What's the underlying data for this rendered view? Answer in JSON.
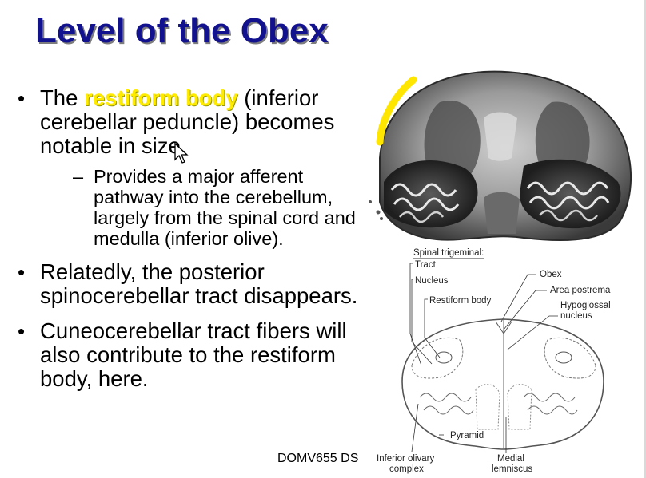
{
  "slide": {
    "title": "Level of the Obex",
    "footer": "DOMV655 DS",
    "bullets": [
      {
        "before": "The ",
        "highlight": "restiform body",
        "after": " (inferior cerebellar peduncle) becomes notable in size.",
        "highlight_color": "#ffeb00",
        "sub": "Provides a major afferent pathway into the cerebellum, largely from the spinal cord and medulla (inferior olive)."
      },
      {
        "text": "Relatedly, the posterior spinocerebellar tract disappears."
      },
      {
        "text": "Cuneocerebellar tract fibers will also contribute to the restiform body, here."
      }
    ]
  },
  "diagram": {
    "labels": {
      "spinal_trigeminal": "Spinal trigeminal:",
      "tract": "Tract",
      "nucleus": "Nucleus",
      "restiform_body": "Restiform body",
      "obex": "Obex",
      "area_postrema": "Area postrema",
      "hypoglossal_1": "Hypoglossal",
      "hypoglossal_2": "nucleus",
      "pyramid": "Pyramid",
      "inferior_olivary_1": "Inferior olivary",
      "inferior_olivary_2": "complex",
      "medial_lemniscus_1": "Medial",
      "medial_lemniscus_2": "lemniscus"
    }
  },
  "colors": {
    "title": "#12128f",
    "highlight": "#ffeb00",
    "text": "#000000"
  }
}
